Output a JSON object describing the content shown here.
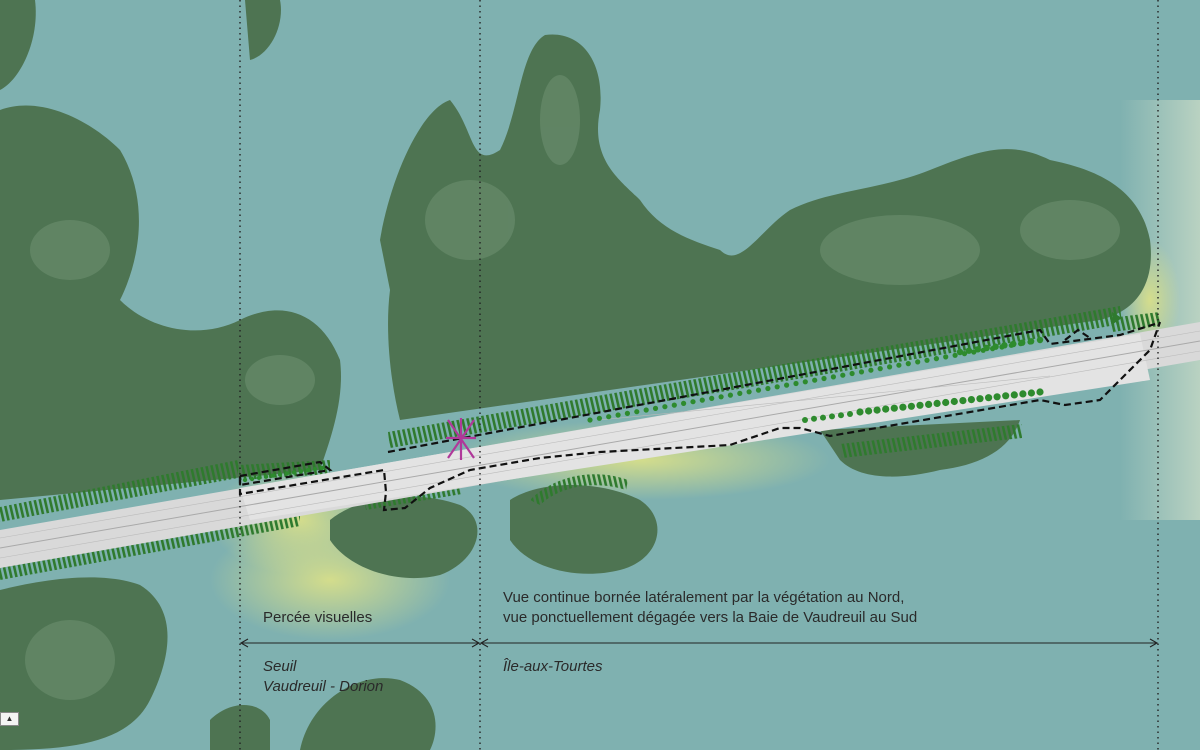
{
  "map": {
    "colors": {
      "water": "#7fb1b0",
      "forest": "#4e7452",
      "forest_light": "#6d8f70",
      "shore_yellow": "#d8df8a",
      "highway": "#d9d9d9",
      "vegetation_hatch": "#2f7a2e",
      "tree_dot": "#2e8b2e",
      "boundary": "#111111",
      "viewpoint": "#b0389a",
      "divider": "#222222"
    },
    "sections": [
      {
        "title_lines": [
          "Percée visuelles"
        ],
        "subtitle_lines": [
          "Seuil",
          "Vaudreuil - Dorion"
        ]
      },
      {
        "title_lines": [
          "Vue continue bornée latéralement par la végétation au Nord,",
          "vue ponctuellement dégagée vers la Baie de Vaudreuil au Sud"
        ],
        "subtitle_lines": [
          "Île-aux-Tourtes"
        ]
      }
    ],
    "route_marker": "▲"
  }
}
